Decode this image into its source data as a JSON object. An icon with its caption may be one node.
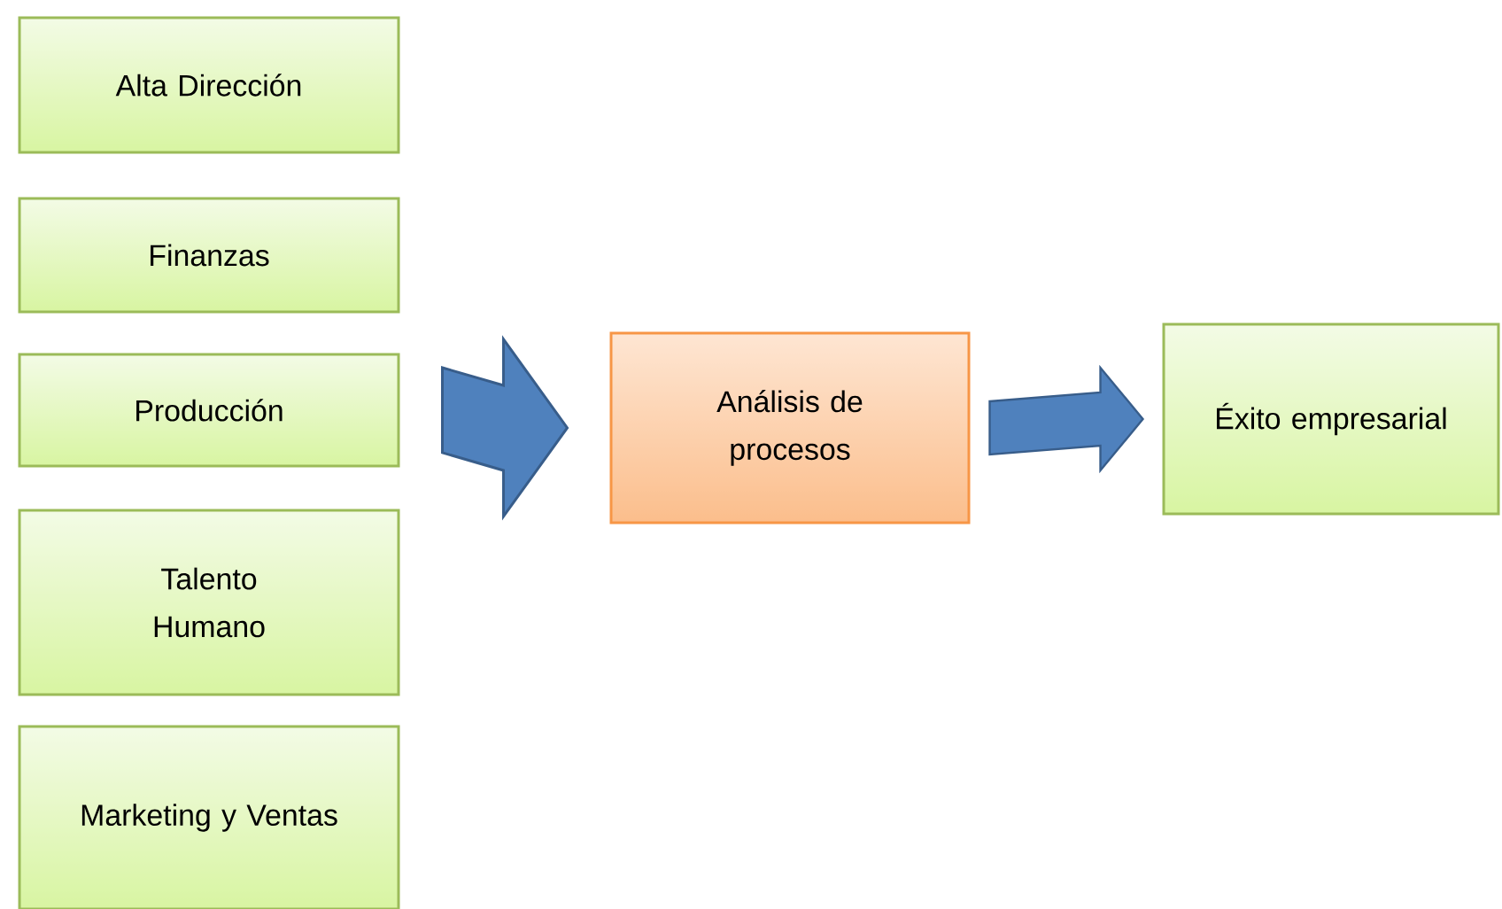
{
  "diagram": {
    "nodes": [
      {
        "text": [
          "Alta Dirección"
        ]
      },
      {
        "text": [
          "Finanzas"
        ]
      },
      {
        "text": [
          "Producción"
        ]
      },
      {
        "text": [
          "Talento Humano"
        ]
      },
      {
        "text": [
          "Marketing y Ventas"
        ]
      },
      {
        "text": [
          "Análisis de procesos"
        ]
      },
      {
        "text": [
          "Éxito empresarial"
        ]
      }
    ],
    "edges": [
      {
        "from": 2,
        "to": 5,
        "arrow": "to",
        "style": "thick"
      },
      {
        "from": 5,
        "to": 6,
        "arrow": "to"
      }
    ]
  }
}
